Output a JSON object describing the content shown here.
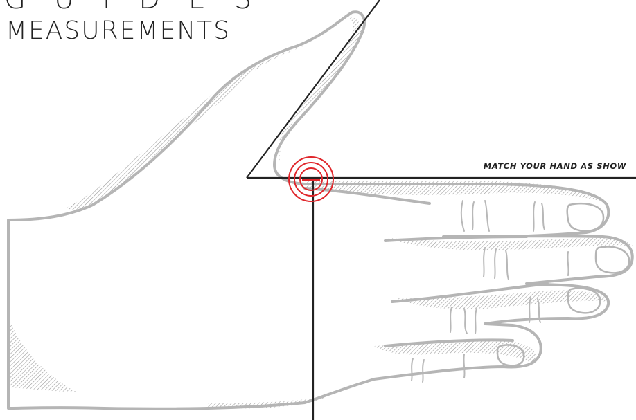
{
  "header": {
    "top_partial": "G U I D E S",
    "title": "MEASUREMENTS"
  },
  "illustration": {
    "instruction": "MATCH YOUR HAND AS SHOW",
    "icon": "hand-measurement-illustration",
    "colors": {
      "outline": "#b5b5b5",
      "guide_line": "#222222",
      "target": "#e0262b"
    }
  }
}
